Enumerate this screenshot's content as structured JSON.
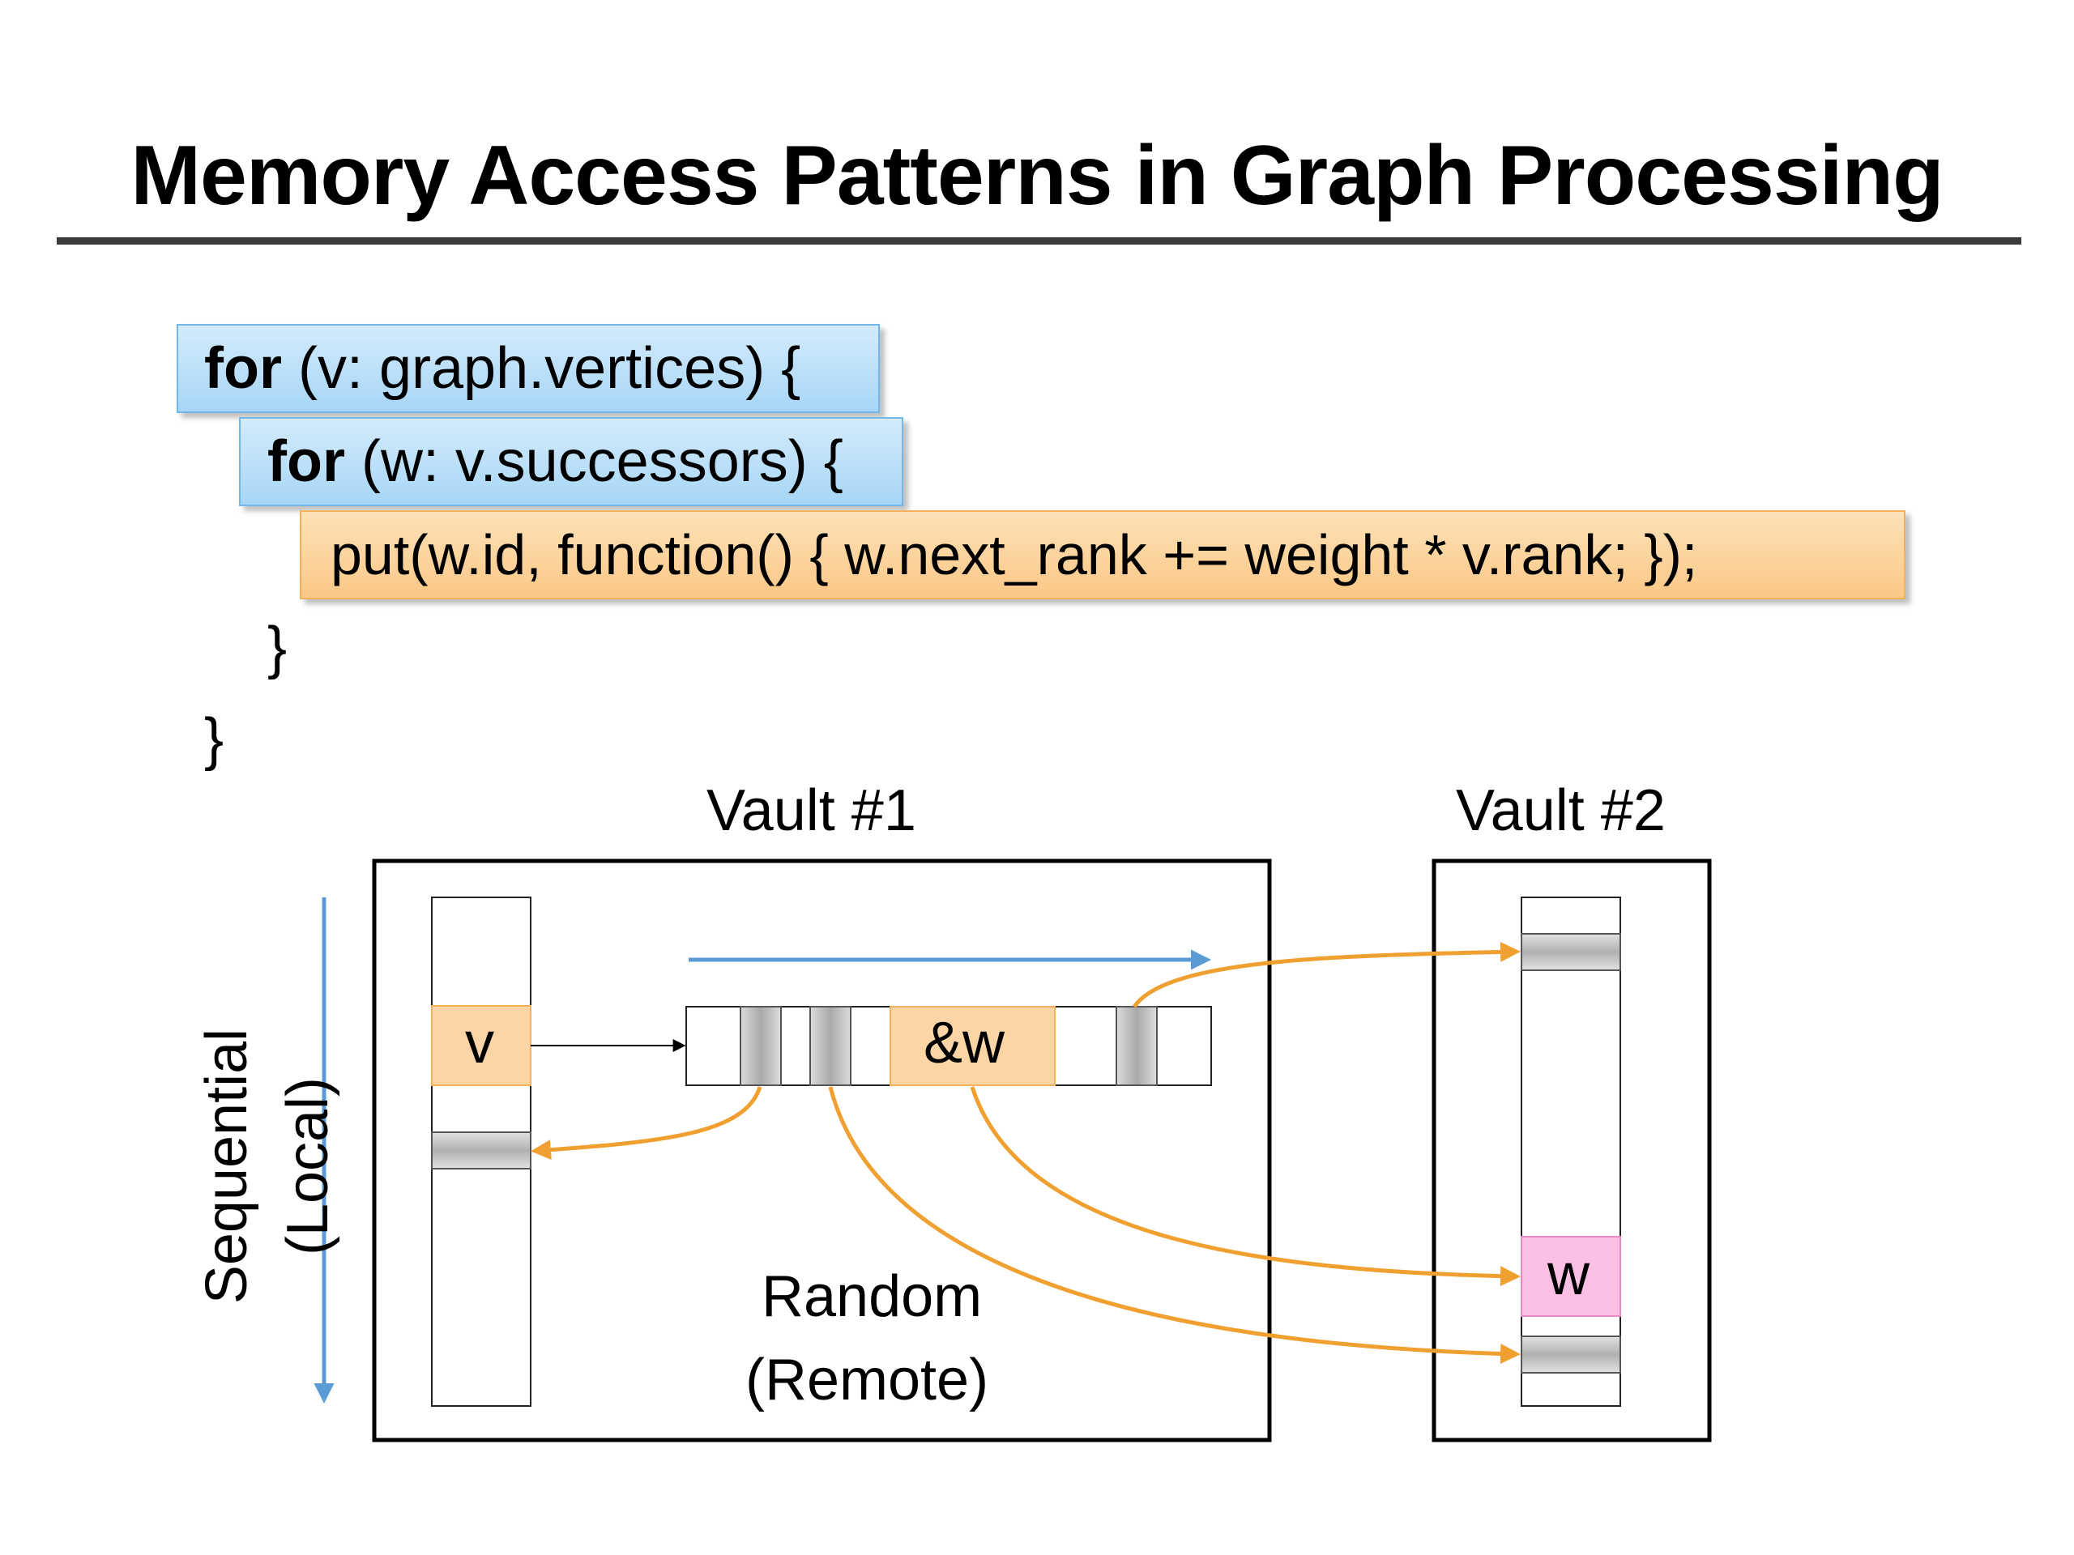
{
  "title": "Memory Access Patterns in Graph Processing",
  "code": {
    "line1_keyword": "for",
    "line1_rest": " (v: graph.vertices) {",
    "line2_keyword": "for",
    "line2_rest": " (w: v.successors) {",
    "line3": "put(w.id, function() { w.next_rank += weight * v.rank; });",
    "line4": "}",
    "line5": "}"
  },
  "diagram": {
    "vault1_label": "Vault #1",
    "vault2_label": "Vault #2",
    "v_label": "v",
    "w_ref_label": "&w",
    "w_label": "w",
    "random_line1": "Random",
    "random_line2": "(Remote)",
    "sequential_line1": "Sequential",
    "sequential_line2": "(Local)"
  },
  "colors": {
    "blue_arrow": "#5b9bd5",
    "orange_arrow": "#f0a030",
    "orange_cell": "#fbd5a5",
    "pink_cell": "#f9c0e4",
    "gray_cell": "#c8c8c8"
  }
}
